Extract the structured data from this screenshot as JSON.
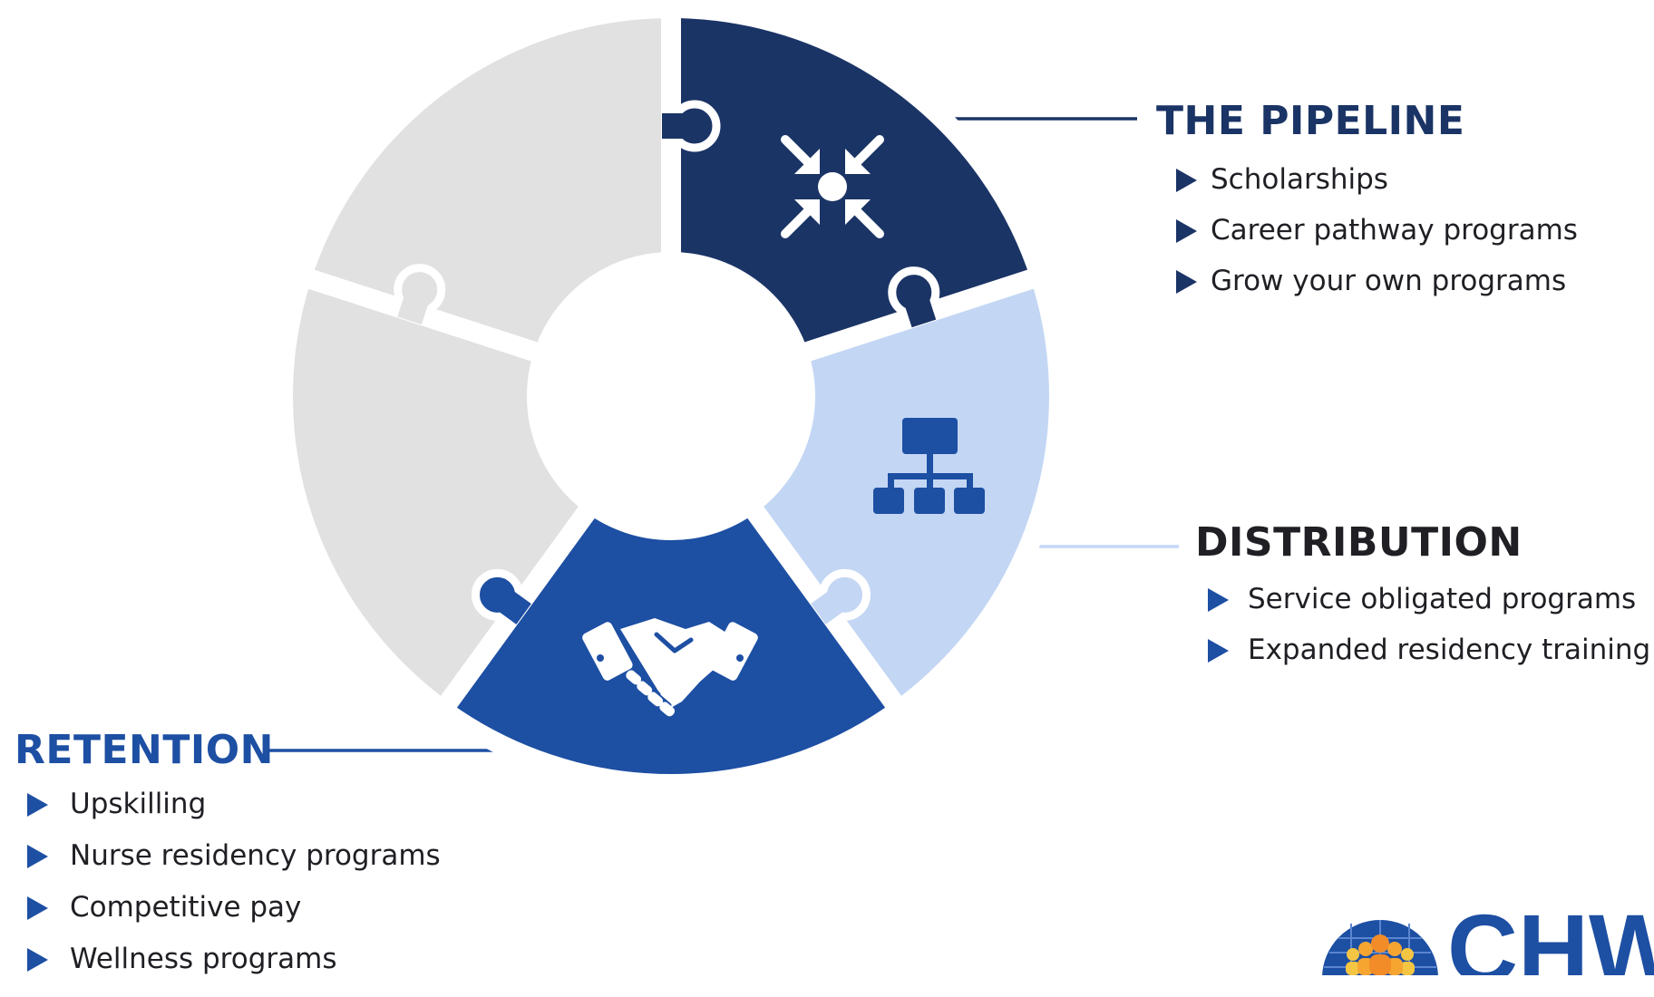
{
  "segments": [
    {
      "id": "pipeline",
      "title": "THE PIPELINE",
      "icon": "converge-arrows-icon",
      "color": "#1b3466",
      "items": [
        "Scholarships",
        "Career pathway programs",
        "Grow your own programs"
      ]
    },
    {
      "id": "distribution",
      "title": "DISTRIBUTION",
      "icon": "org-chart-icon",
      "color": "#c3d6f4",
      "items": [
        "Service obligated programs",
        "Expanded residency training"
      ]
    },
    {
      "id": "retention",
      "title": "RETENTION",
      "icon": "handshake-icon",
      "color": "#1d4fa3",
      "items": [
        "Upskilling",
        "Nurse residency programs",
        "Competitive pay",
        "Wellness programs"
      ]
    }
  ],
  "placeholder_color": "#e1e1e1",
  "logo": {
    "text": "CHW"
  }
}
